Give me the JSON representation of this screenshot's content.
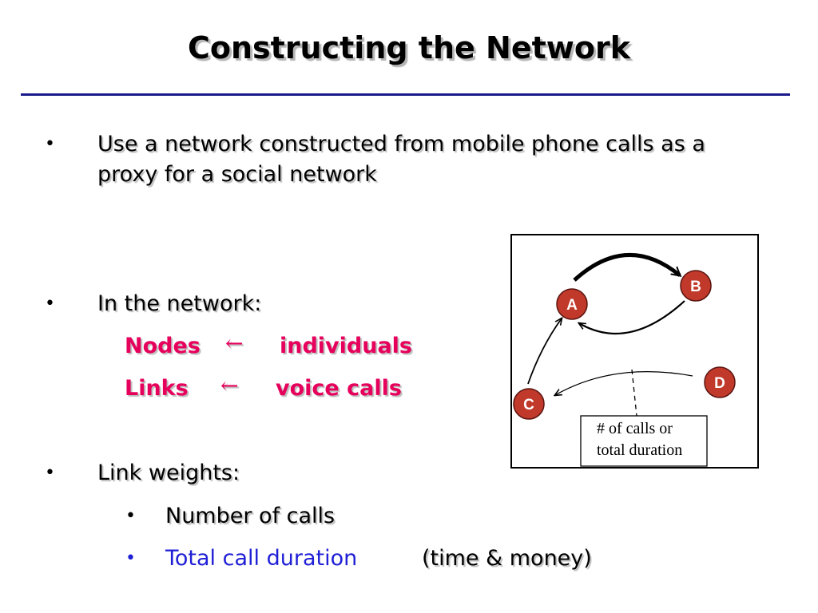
{
  "title": "Constructing the Network",
  "bullet_char": "•",
  "bullets": [
    {
      "text": "Use a network constructed from mobile phone calls as a proxy for a social network"
    },
    {
      "text": "In the network:",
      "mappings": [
        {
          "left": "Nodes",
          "arrow": "←",
          "right": "individuals"
        },
        {
          "left": "Links",
          "arrow": "←",
          "right": "voice calls"
        }
      ]
    },
    {
      "text": "Link weights:",
      "sub": [
        {
          "text": "Number of calls",
          "color": "#000000"
        },
        {
          "text": "Total call duration",
          "color": "#1f1fd6",
          "suffix": "(time & money)"
        }
      ]
    }
  ],
  "diagram": {
    "nodes": [
      "A",
      "B",
      "C",
      "D"
    ],
    "node_color": "#c0392b",
    "annotation_line1": "# of calls or",
    "annotation_line2": "total duration"
  }
}
